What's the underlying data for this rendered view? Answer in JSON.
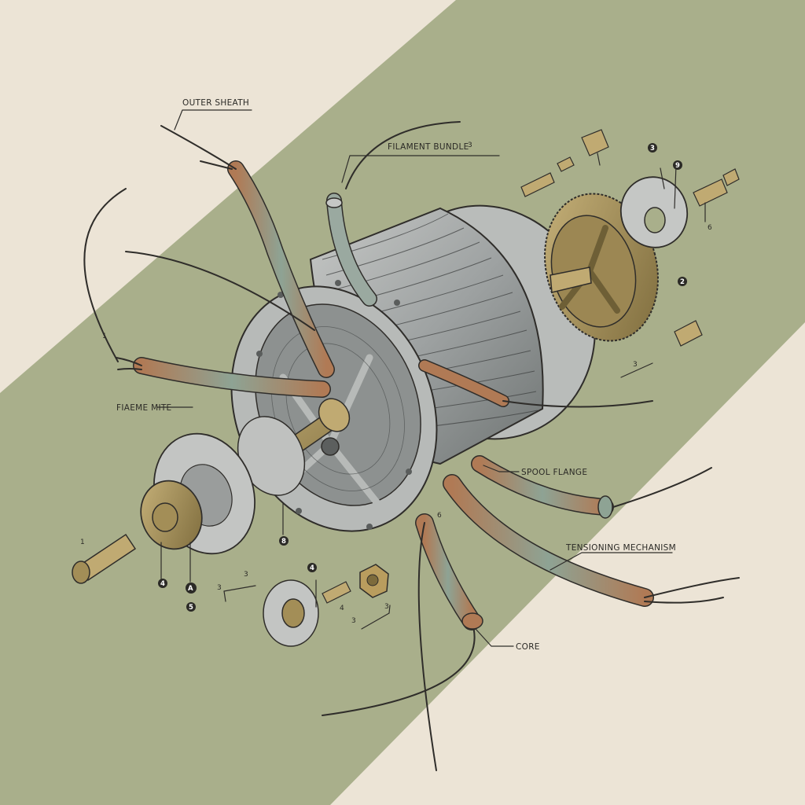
{
  "labels": {
    "outer_sheath": "OUTER SHEATH",
    "filament_bundle": "FILAMENT BUNDLE",
    "filament_bundle_sup": "3",
    "fiame_mite": "FIAЕME MITE",
    "spool_flange": "SPOOL FLANGE",
    "tensioning_mechanism": "TENSIONING MECHANISM",
    "core": "CORE"
  },
  "callouts": {
    "n1": "1",
    "n1_bolt": "1",
    "n4_left": "4",
    "nA": "A",
    "n5": "5",
    "n8": "8",
    "n4_mid": "4",
    "n6_bottom": "6",
    "n3_top": "3",
    "n9": "9",
    "n6_right": "6",
    "n2": "2",
    "dim_a1": "3",
    "dim_a2": "3",
    "dim_b1": "3",
    "dim_b2": "3",
    "dim_c": "3",
    "sub_4": "4"
  },
  "colors": {
    "background": "#ece4d6",
    "band": "#a9af8b",
    "steel": "#b4b7b6",
    "brass": "#a38e57",
    "copper": "#b07a55",
    "teal": "#7e9a8c"
  }
}
